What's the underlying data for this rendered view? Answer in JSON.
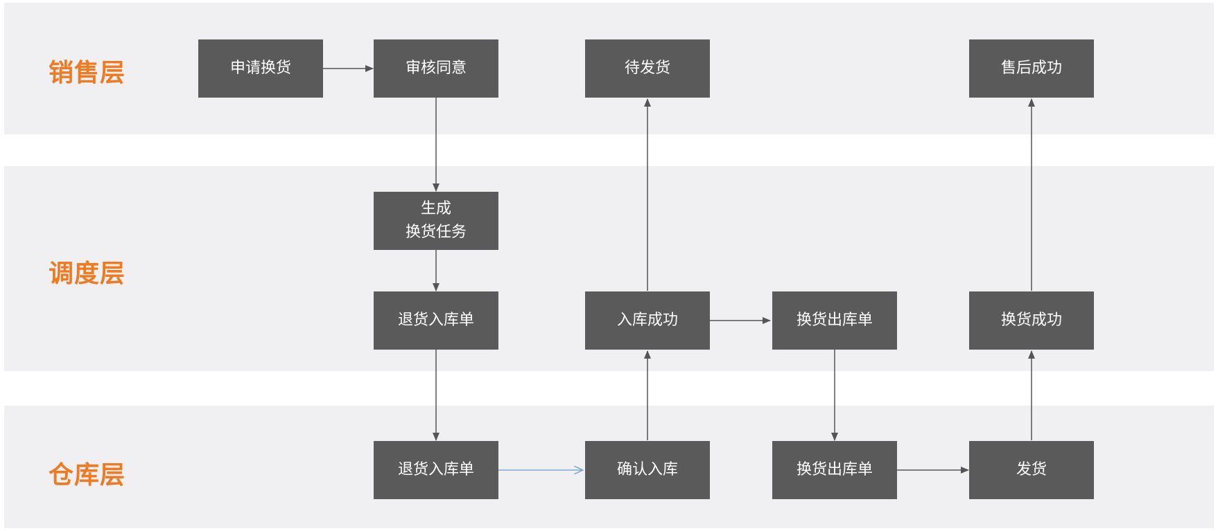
{
  "lanes": {
    "sales": "销售层",
    "dispatch": "调度层",
    "warehouse": "仓库层"
  },
  "nodes": {
    "apply_exchange": "申请换货",
    "review_approve": "审核同意",
    "pending_shipment": "待发货",
    "after_sales_success": "售后成功",
    "generate_line1": "生成",
    "generate_line2": "换货任务",
    "dispatch_return_inbound_order": "退货入库单",
    "inbound_success": "入库成功",
    "dispatch_exchange_outbound_order": "换货出库单",
    "exchange_success": "换货成功",
    "warehouse_return_inbound_order": "退货入库单",
    "confirm_inbound": "确认入库",
    "warehouse_exchange_outbound_order": "换货出库单",
    "ship": "发货"
  },
  "colors": {
    "lane_background": "#f0eff1",
    "lane_label": "#ee7a22",
    "node_fill": "#5a5a5a",
    "node_text": "#ffffff",
    "connector": "#555555",
    "highlight_connector": "#7fa8d6"
  }
}
